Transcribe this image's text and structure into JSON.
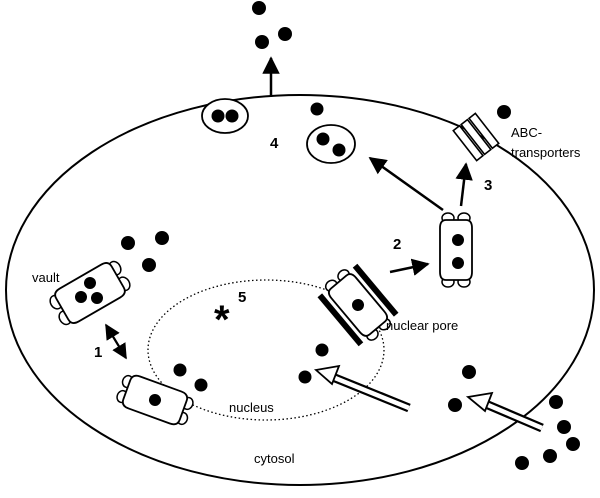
{
  "labels": {
    "vault": "vault",
    "abc_line1": "ABC-",
    "abc_line2": "transporters",
    "nuclear_pore": "nuclear pore",
    "nucleus": "nucleus",
    "cytosol": "cytosol"
  },
  "steps": {
    "s1": "1",
    "s2": "2",
    "s3": "3",
    "s4": "4",
    "s5": "5",
    "asterisk": "*"
  },
  "colors": {
    "ink": "#000000",
    "background": "#ffffff"
  }
}
